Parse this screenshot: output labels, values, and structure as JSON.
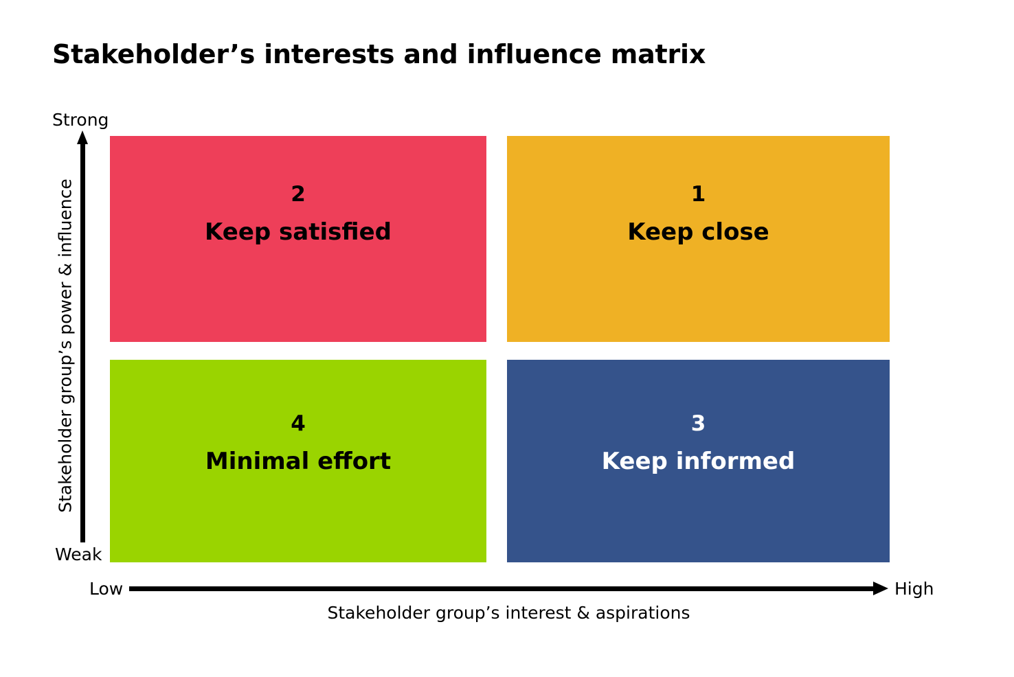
{
  "title": "Stakeholder’s interests and influence matrix",
  "axes": {
    "y": {
      "caption": "Stakeholder group’s power & influence",
      "high_label": "Strong",
      "low_label": "Weak"
    },
    "x": {
      "caption": "Stakeholder group’s interest & aspirations",
      "low_label": "Low",
      "high_label": "High"
    }
  },
  "chart_data": {
    "type": "table",
    "title": "Stakeholder’s interests and influence matrix",
    "xlabel": "Stakeholder group’s interest & aspirations",
    "ylabel": "Stakeholder group’s power & influence",
    "x_ticks": [
      "Low",
      "High"
    ],
    "y_ticks": [
      "Weak",
      "Strong"
    ],
    "grid": false,
    "legend": "none",
    "quadrants": [
      {
        "number": "2",
        "label": "Keep satisfied",
        "x": "Low",
        "y": "Strong",
        "position": "top-left",
        "fill": "#EE3F59",
        "text_color": "#000000"
      },
      {
        "number": "1",
        "label": "Keep close",
        "x": "High",
        "y": "Strong",
        "position": "top-right",
        "fill": "#EFB125",
        "text_color": "#000000"
      },
      {
        "number": "4",
        "label": "Minimal effort",
        "x": "Low",
        "y": "Weak",
        "position": "bottom-left",
        "fill": "#9AD400",
        "text_color": "#000000"
      },
      {
        "number": "3",
        "label": "Keep informed",
        "x": "High",
        "y": "Weak",
        "position": "bottom-right",
        "fill": "#35538B",
        "text_color": "#FFFFFF"
      }
    ]
  }
}
